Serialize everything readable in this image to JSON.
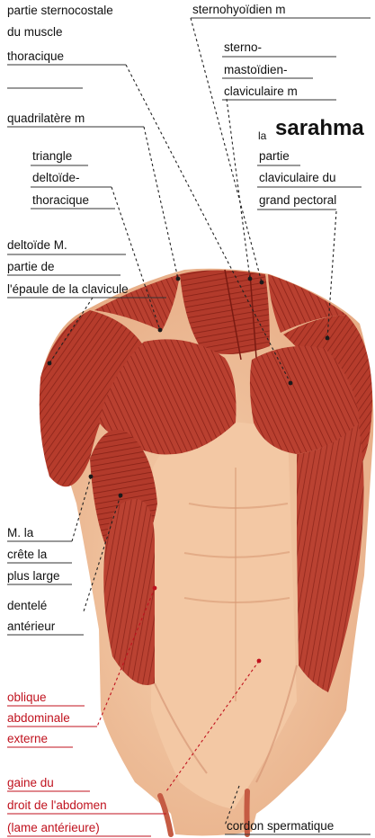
{
  "labels": {
    "sternocostal": [
      "partie sternocostale",
      "du muscle",
      "thoracique"
    ],
    "sternohyoid": "sternohyoïdien m",
    "sternocleido": [
      "sterno-",
      "mastoïdien-",
      "claviculaire m"
    ],
    "trapezius": "quadrilatère m",
    "deltopectoral": [
      "triangle",
      "deltoïde-",
      "thoracique"
    ],
    "brand_prefix": "la",
    "brand": "sarahma",
    "clavicular_pectoral": [
      "partie",
      "claviculaire du",
      "grand pectoral"
    ],
    "deltoid": [
      "deltoïde M.",
      "partie de",
      "l'épaule de la clavicule"
    ],
    "latissimus": [
      "M. la",
      "crête la",
      "plus large"
    ],
    "serratus": [
      "dentelé",
      "antérieur"
    ],
    "oblique": [
      "oblique",
      "abdominale",
      "externe"
    ],
    "rectus_sheath": [
      "gaine du",
      "droit de l'abdomen",
      "(lame antérieure)"
    ],
    "spermatic_cord": "cordon spermatique"
  },
  "colors": {
    "label_text": "#111111",
    "highlight_text": "#c0121e",
    "leader_black": "#222222",
    "leader_red": "#c0121e",
    "skin": "#f0c29c",
    "muscle": "#b43a2b",
    "muscle_dark": "#8c2218",
    "tendon": "#e8d4c6"
  }
}
